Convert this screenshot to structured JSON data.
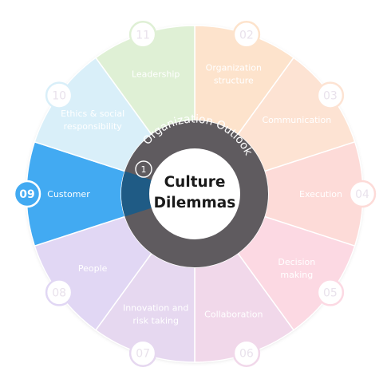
{
  "center": {
    "title_line1": "Culture",
    "title_line2": "Dilemmas"
  },
  "ring": {
    "label": "Organization Outlook",
    "badge": "1"
  },
  "selected_segment": "09",
  "segments": [
    {
      "number": "02",
      "label": [
        "Organization",
        "structure"
      ],
      "color": "#fde3cc"
    },
    {
      "number": "03",
      "label": [
        "Communication"
      ],
      "color": "#fde3d3"
    },
    {
      "number": "04",
      "label": [
        "Execution"
      ],
      "color": "#fddbd8"
    },
    {
      "number": "05",
      "label": [
        "Decision",
        "making"
      ],
      "color": "#fcd9e3"
    },
    {
      "number": "06",
      "label": [
        "Collaboration"
      ],
      "color": "#f1d8ea"
    },
    {
      "number": "07",
      "label": [
        "Innovation and",
        "risk taking"
      ],
      "color": "#e6d8f0"
    },
    {
      "number": "08",
      "label": [
        "People"
      ],
      "color": "#e1d7f4"
    },
    {
      "number": "09",
      "label": [
        "Customer"
      ],
      "color": "#42aaf2"
    },
    {
      "number": "10",
      "label": [
        "Ethics & social",
        "responsibility"
      ],
      "color": "#d9eff9"
    },
    {
      "number": "11",
      "label": [
        "Leadership"
      ],
      "color": "#dff0d5"
    }
  ]
}
